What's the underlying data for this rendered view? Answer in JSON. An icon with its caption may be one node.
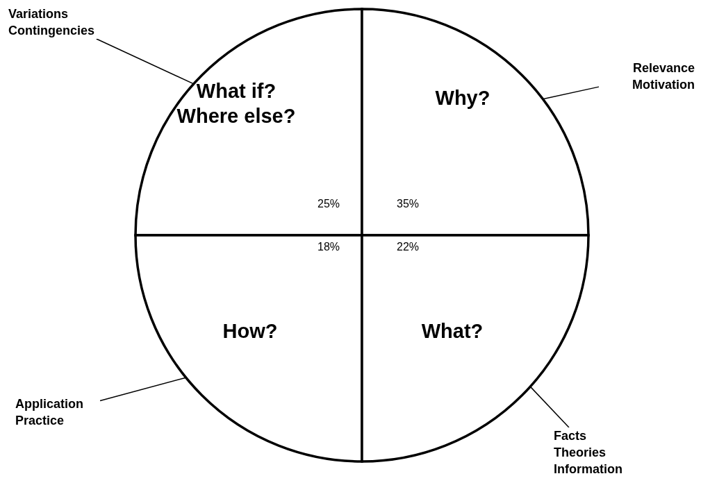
{
  "diagram": {
    "nodes": [
      {
        "text": [
          "Variations Contingencies"
        ]
      },
      {
        "text": [
          "Relevance Motivation"
        ]
      },
      {
        "text": [
          "What if? Where else?",
          "25%"
        ]
      },
      {
        "text": [
          "Why?",
          "35%"
        ]
      },
      {
        "text": [
          "How?",
          "18%"
        ]
      },
      {
        "text": [
          "What?",
          "22%"
        ]
      },
      {
        "text": [
          "Application Practice"
        ]
      },
      {
        "text": [
          "Facts Theories Information"
        ]
      }
    ],
    "edges": [
      {
        "from": 0,
        "to": 2,
        "arrow": "none"
      },
      {
        "from": 1,
        "to": 3,
        "arrow": "none"
      },
      {
        "from": 6,
        "to": 4,
        "arrow": "none"
      },
      {
        "from": 7,
        "to": 5,
        "arrow": "none"
      }
    ]
  }
}
